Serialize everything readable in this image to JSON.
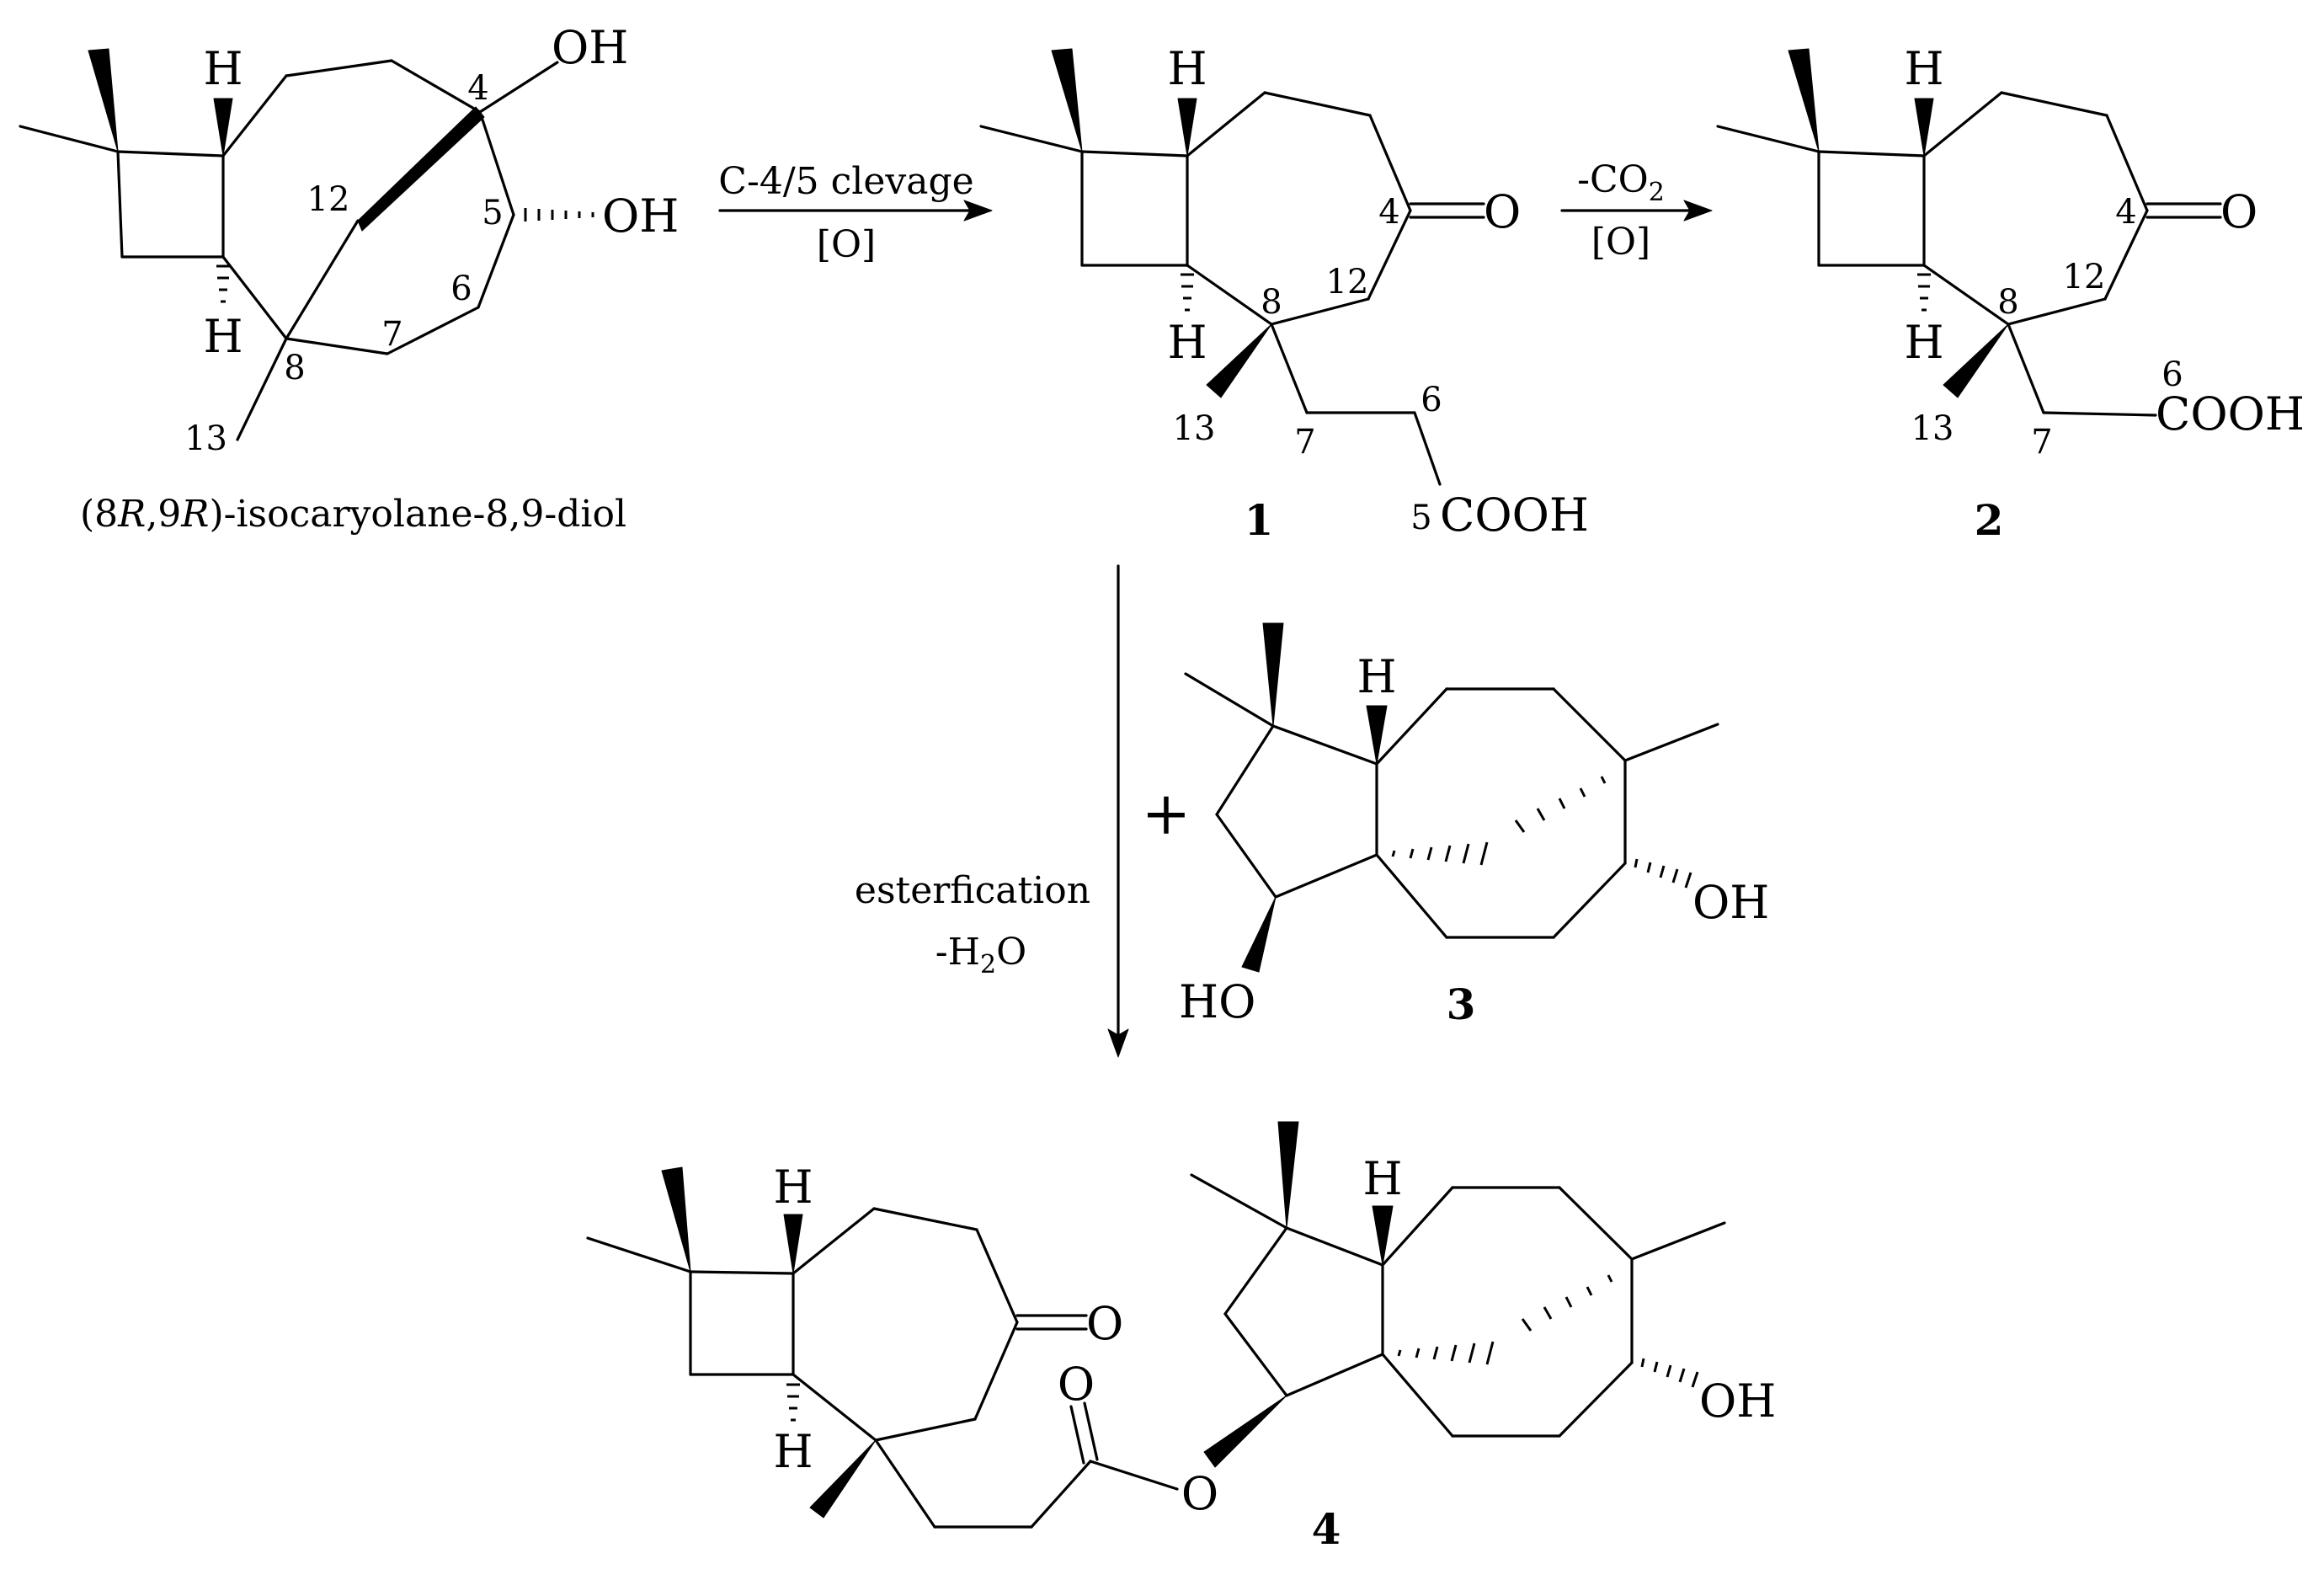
{
  "reactant": {
    "name_parts": [
      "(8",
      "R",
      ",9",
      "R",
      ")-isocaryolane-8,9-diol"
    ],
    "labels": {
      "H_top": "H",
      "H_bottom": "H",
      "OH_c4": "OH",
      "OH_c5": "OH",
      "n4": "4",
      "n5": "5",
      "n6": "6",
      "n7": "7",
      "n8": "8",
      "n12": "12",
      "n13": "13"
    }
  },
  "step1": {
    "top": "C-4/5 clevage",
    "bottom": "[O]"
  },
  "step2": {
    "top_main": "-CO",
    "top_sub": "2",
    "bottom": "[O]"
  },
  "step3": {
    "top": "esterfication",
    "bottom_main": "-H",
    "bottom_sub": "2",
    "bottom_tail": "O"
  },
  "compound1": {
    "id": "1",
    "labels": {
      "H_top": "H",
      "H_bottom": "H",
      "O_keto": "O",
      "COOH": "COOH",
      "n4": "4",
      "n5": "5",
      "n6": "6",
      "n7": "7",
      "n8": "8",
      "n12": "12",
      "n13": "13"
    }
  },
  "compound2": {
    "id": "2",
    "labels": {
      "H_top": "H",
      "H_bottom": "H",
      "O_keto": "O",
      "COOH": "COOH",
      "n4": "4",
      "n6": "6",
      "n7": "7",
      "n8": "8",
      "n12": "12",
      "n13": "13"
    }
  },
  "plus": "+",
  "compound3": {
    "id": "3",
    "labels": {
      "H": "H",
      "OH": "OH",
      "HO": "HO"
    }
  },
  "compound4": {
    "id": "4",
    "labels": {
      "H_top": "H",
      "H_bottom": "H",
      "O_keto": "O",
      "O_carbonyl": "O",
      "O_ester": "O",
      "H_right": "H",
      "OH": "OH"
    }
  }
}
